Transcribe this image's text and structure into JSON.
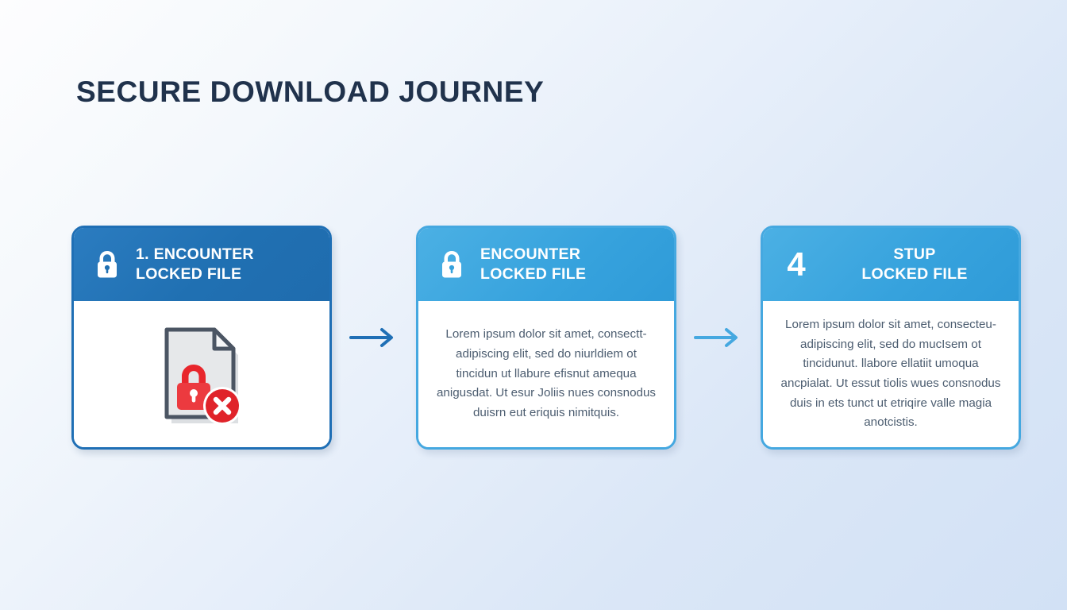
{
  "header": {
    "title": "Secure Download Journey"
  },
  "theme": {
    "title_color": "#20324c",
    "step1_header": "#2070b2",
    "step1_border": "#1f6fb5",
    "step2_header": "#36a2dd",
    "step2_border": "#45a8e0",
    "arrow1_color": "#1f6fb5",
    "arrow2_color": "#45a8e0",
    "background_from": "#fdfdfe",
    "background_to": "#d2e1f5",
    "lock_red": "#e8262c",
    "doc_gray": "#4b5563"
  },
  "flow": {
    "steps": [
      {
        "badge_type": "lock-icon",
        "badge_label": "",
        "title": "1. Encounter\nLocked File",
        "body": "",
        "illustration": "locked-file-error-illustration"
      },
      {
        "badge_type": "lock-icon",
        "badge_label": "",
        "title": "Encounter\nLocked File",
        "body": "Lorem ipsum dolor sit amet, consectt- adipiscing elit, sed do niurldiem ot tincidun ut llabure efisnut amequa anigusdat. Ut esur Joliis nues consnodus duisrn eut eriquis nimitquis.",
        "illustration": ""
      },
      {
        "badge_type": "number",
        "badge_label": "4",
        "title": "Stup\nLocked File",
        "body": "Lorem ipsum dolor sit amet, consecteu- adipiscing elit, sed do mucIsem ot tincidunut. llabore ellatiit umoqua ancpialat. Ut essut tiolis wues consnodus duis in ets tunct ut etriqire valle magia anotcistis.",
        "illustration": ""
      }
    ],
    "arrows": [
      {
        "direction": "right"
      },
      {
        "direction": "right"
      }
    ]
  }
}
